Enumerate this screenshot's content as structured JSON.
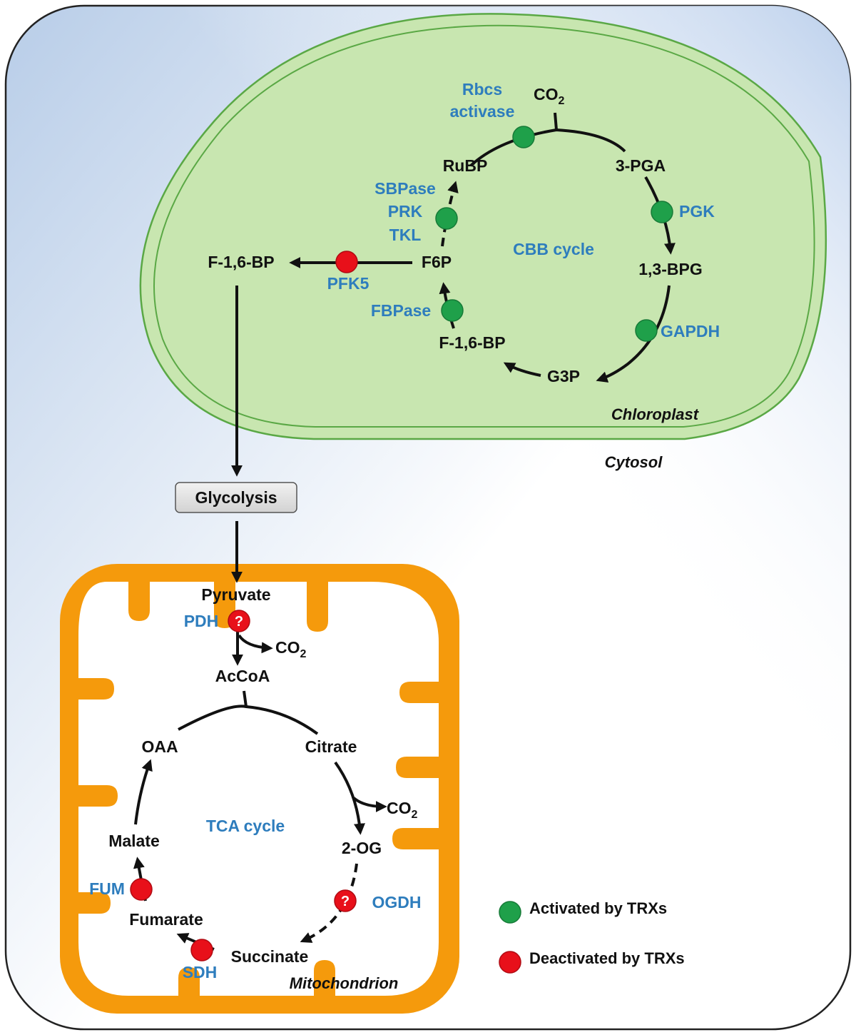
{
  "compartments": {
    "chloroplast": "Chloroplast",
    "cytosol": "Cytosol",
    "mitochondrion": "Mitochondrion"
  },
  "cbb": {
    "cycle_label": "CBB cycle",
    "co2": "CO",
    "co2_sub": "2",
    "pga": "3-PGA",
    "bpg": "1,3-BPG",
    "g3p": "G3P",
    "fbp_inner": "F-1,6-BP",
    "f6p": "F6P",
    "rubp": "RuBP",
    "enzymes": {
      "rbcs_line1": "Rbcs",
      "rbcs_line2": "activase",
      "pgk": "PGK",
      "gapdh": "GAPDH",
      "fbpase": "FBPase",
      "sbpase": "SBPase",
      "prk": "PRK",
      "tkl": "TKL",
      "pfk5": "PFK5"
    }
  },
  "cytosol_path": {
    "fbp_out": "F-1,6-BP",
    "glycolysis": "Glycolysis"
  },
  "tca": {
    "cycle_label": "TCA cycle",
    "pyruvate": "Pyruvate",
    "acoa": "AcCoA",
    "co2": "CO",
    "co2_sub": "2",
    "oaa": "OAA",
    "citrate": "Citrate",
    "og": "2-OG",
    "succinate": "Succinate",
    "fumarate": "Fumarate",
    "malate": "Malate",
    "question": "?",
    "enzymes": {
      "pdh": "PDH",
      "ogdh": "OGDH",
      "sdh": "SDH",
      "fum": "FUM"
    }
  },
  "legend": {
    "activated": "Activated by TRXs",
    "deactivated": "Deactivated by TRXs"
  },
  "colors": {
    "activated": "#1fa04a",
    "deactivated": "#e8101a",
    "enzyme_text": "#2e7dbd",
    "chloroplast_fill": "#c8e6b0",
    "mitochondrion_membrane": "#f59a0c"
  }
}
